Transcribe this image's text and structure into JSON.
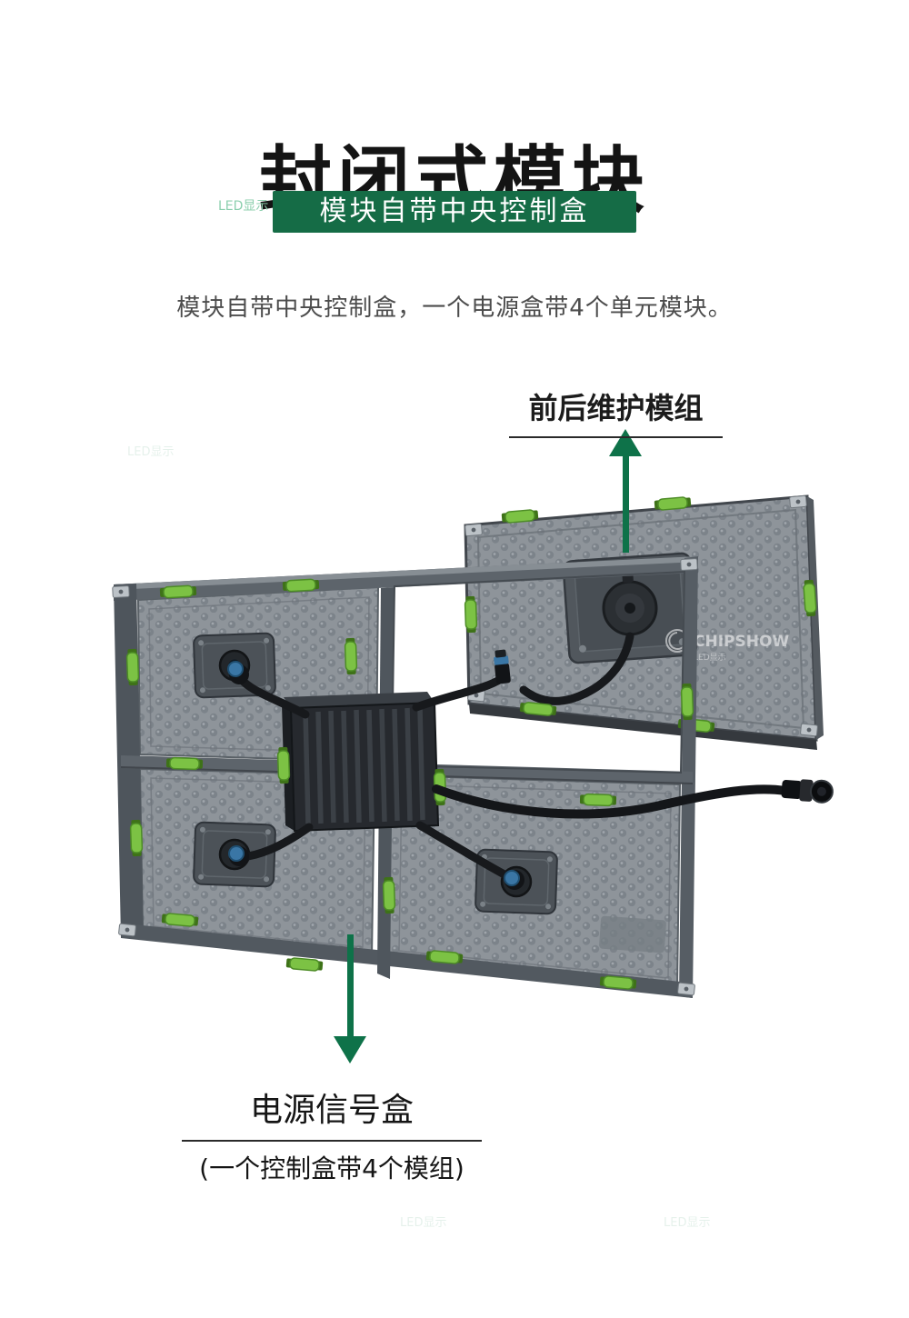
{
  "page": {
    "title": "封闭式模块",
    "banner": {
      "text": "模块自带中央控制盒"
    },
    "description": "模块自带中央控制盒，一个电源盒带4个单元模块。",
    "callouts": {
      "top": {
        "label": "前后维护模组"
      },
      "bottom": {
        "title": "电源信号盒",
        "subtitle": "(一个控制盒带4个模组)"
      }
    },
    "watermarks": {
      "brand": "CHIPSHOW",
      "led": "LED显示"
    },
    "colors": {
      "banner_green": "#156c46",
      "arrow_green": "#0e7249",
      "title_color": "#141414",
      "text_color": "#4c4c4c",
      "clip_green": "#7cc244",
      "panel_gray": "#8e949a"
    }
  }
}
